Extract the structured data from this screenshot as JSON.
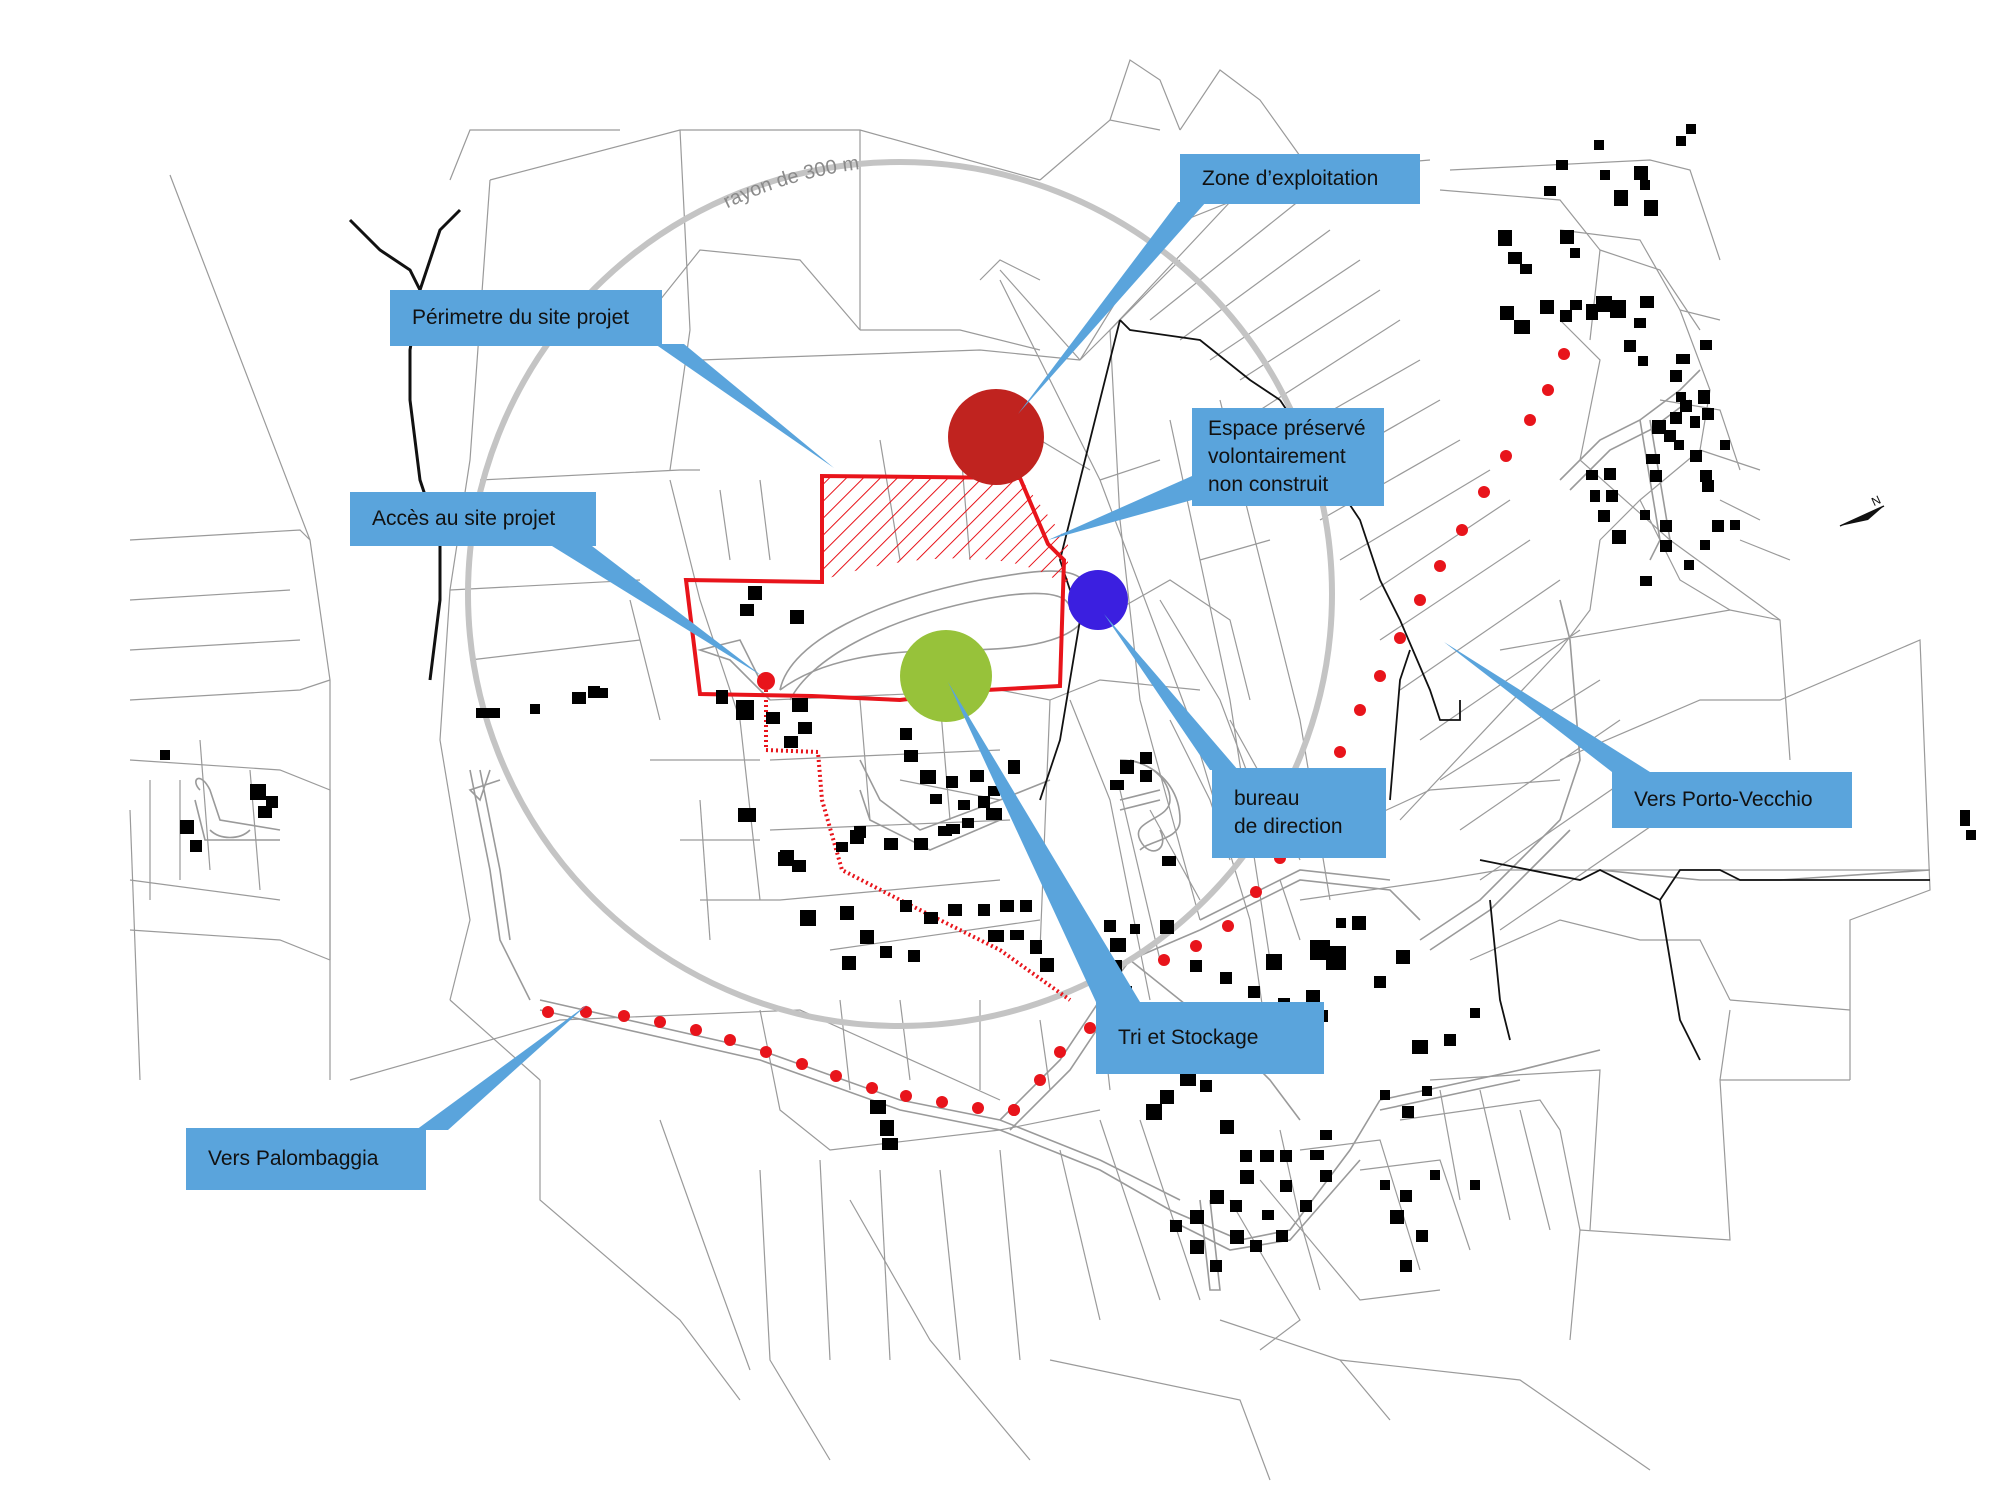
{
  "map": {
    "radius_label": "rayon de 300 m",
    "colors": {
      "callout": "#5aa4dc",
      "perimeter": "#e8141b",
      "zone_exploitation": "#c0231f",
      "bureau_direction": "#3b1fe0",
      "tri_stockage": "#97c23a",
      "radius_ring": "#c4c4c4",
      "parcels": "#9a9a9a",
      "buildings": "#000000"
    },
    "labels": {
      "zone_exploitation": "Zone d’exploitation",
      "perimetre": "Périmetre du site projet",
      "espace_preserve": "Espace préservé\nvolontairement\nnon construit",
      "acces": "Accès au site projet",
      "bureau": "bureau\nde direction",
      "vers_porto_vecchio": "Vers Porto-Vecchio",
      "tri_stockage": "Tri et Stockage",
      "vers_palombaggia": "Vers Palombaggia"
    },
    "icons": {
      "north_arrow": "north-arrow-icon"
    }
  }
}
